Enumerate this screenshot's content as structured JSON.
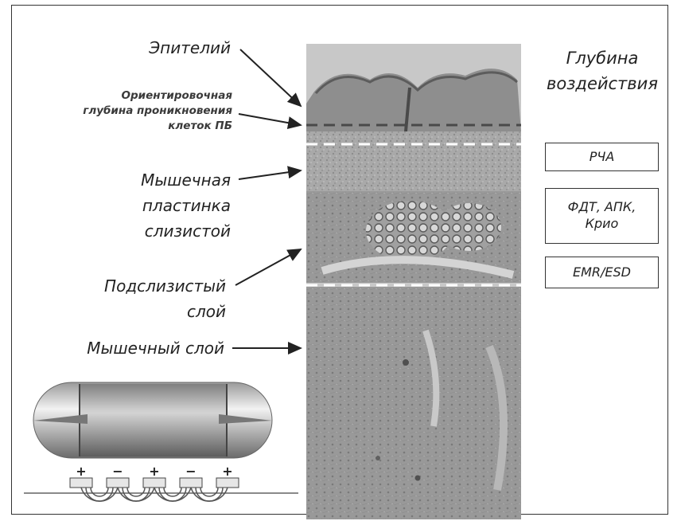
{
  "labels": {
    "epithelium": "Эпителий",
    "penetration_depth": [
      "Ориентировочная",
      "глубина проникновения",
      "клеток ПБ"
    ],
    "muscularis_mucosae": [
      "Мышечная",
      "пластинка",
      "слизистой"
    ],
    "submucosa": [
      "Подслизистый",
      "слой"
    ],
    "muscular_layer": "Мышечный слой"
  },
  "depth_heading": [
    "Глубина",
    "воздействия"
  ],
  "treatment_boxes": [
    {
      "lines": [
        "РЧА"
      ]
    },
    {
      "lines": [
        "ФДТ, АПК,",
        "Крио"
      ]
    },
    {
      "lines": [
        "EMR/ESD"
      ]
    }
  ],
  "electrode_signs": [
    "+",
    "−",
    "+",
    "−",
    "+"
  ],
  "colors": {
    "tissue_light": "#bdbdbd",
    "tissue_dark": "#707070",
    "dashed_dark": "#555555",
    "dashed_light": "#ffffff",
    "frame": "#333333"
  }
}
